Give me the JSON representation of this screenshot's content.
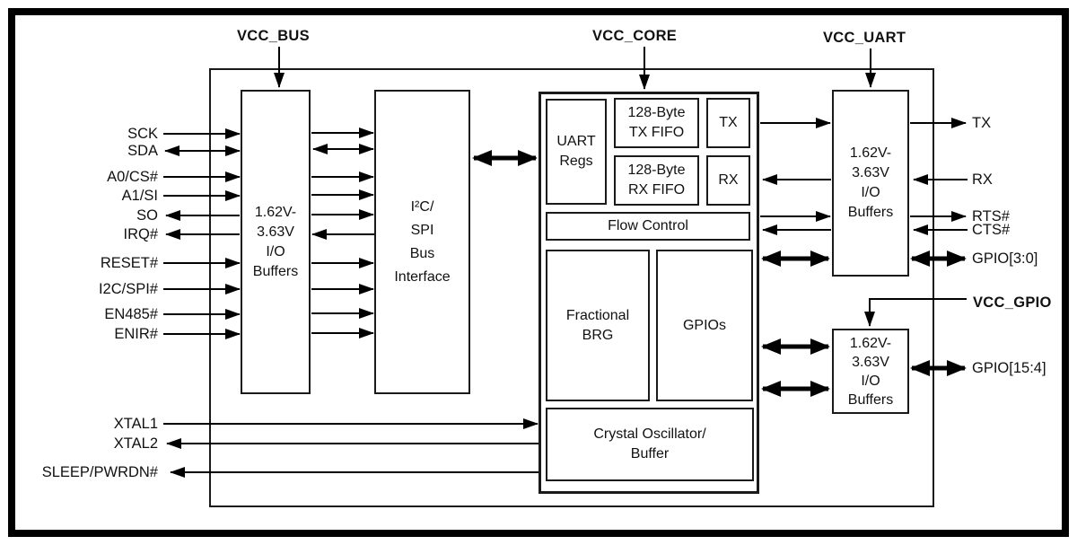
{
  "figure": {
    "power_rails": {
      "vcc_bus": "VCC_BUS",
      "vcc_core": "VCC_CORE",
      "vcc_uart": "VCC_UART",
      "vcc_gpio": "VCC_GPIO"
    },
    "blocks": {
      "left_io_buffers": {
        "lines": [
          "1.62V-",
          "3.63V",
          "I/O",
          "Buffers"
        ]
      },
      "bus_interface": {
        "lines": [
          "I²C/",
          "SPI",
          "Bus",
          "Interface"
        ]
      },
      "uart_regs": {
        "lines": [
          "UART",
          "Regs"
        ]
      },
      "tx_fifo": {
        "lines": [
          "128-Byte",
          "TX FIFO"
        ]
      },
      "tx": {
        "label": "TX"
      },
      "rx_fifo": {
        "lines": [
          "128-Byte",
          "RX FIFO"
        ]
      },
      "rx": {
        "label": "RX"
      },
      "flow_control": {
        "label": "Flow Control"
      },
      "fractional_brg": {
        "lines": [
          "Fractional",
          "BRG"
        ]
      },
      "gpios": {
        "label": "GPIOs"
      },
      "crystal_oscillator": {
        "lines": [
          "Crystal Oscillator/",
          "Buffer"
        ]
      },
      "uart_io_buffers": {
        "lines": [
          "1.62V-",
          "3.63V",
          "I/O",
          "Buffers"
        ]
      },
      "gpio_io_buffers": {
        "lines": [
          "1.62V-",
          "3.63V",
          "I/O",
          "Buffers"
        ]
      }
    },
    "signals": {
      "left": [
        {
          "label": "SCK",
          "direction": "in"
        },
        {
          "label": "SDA",
          "direction": "bidir"
        },
        {
          "label": "A0/CS#",
          "direction": "in"
        },
        {
          "label": "A1/SI",
          "direction": "in"
        },
        {
          "label": "SO",
          "direction": "out"
        },
        {
          "label": "IRQ#",
          "direction": "out"
        },
        {
          "label": "RESET#",
          "direction": "in"
        },
        {
          "label": "I2C/SPI#",
          "direction": "in"
        },
        {
          "label": "EN485#",
          "direction": "in"
        },
        {
          "label": "ENIR#",
          "direction": "in"
        },
        {
          "label": "XTAL1",
          "direction": "in"
        },
        {
          "label": "XTAL2",
          "direction": "out"
        },
        {
          "label": "SLEEP/PWRDN#",
          "direction": "out"
        }
      ],
      "right": [
        {
          "label": "TX",
          "direction": "out"
        },
        {
          "label": "RX",
          "direction": "in"
        },
        {
          "label": "RTS#",
          "direction": "out"
        },
        {
          "label": "CTS#",
          "direction": "in"
        },
        {
          "label": "GPIO[3:0]",
          "direction": "bidir"
        },
        {
          "label": "GPIO[15:4]",
          "direction": "bidir"
        }
      ]
    },
    "colors": {
      "line": "#000000",
      "text": "#111111",
      "background": "#ffffff"
    }
  }
}
